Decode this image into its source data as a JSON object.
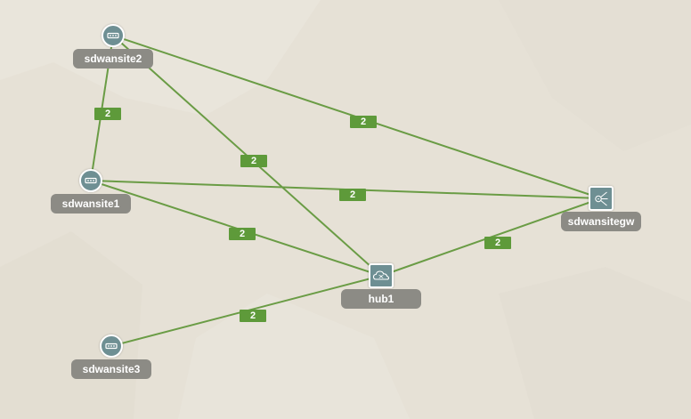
{
  "colors": {
    "background": "#e6e1d6",
    "link": "#6a9c45",
    "link_label": "#5e9a3a",
    "node_icon": "#6e8f93",
    "node_label": "#8c8b85"
  },
  "nodes": [
    {
      "id": "sdwansite2",
      "label": "sdwansite2",
      "icon": "router-icon"
    },
    {
      "id": "sdwansite1",
      "label": "sdwansite1",
      "icon": "router-icon"
    },
    {
      "id": "sdwansite3",
      "label": "sdwansite3",
      "icon": "router-icon"
    },
    {
      "id": "hub1",
      "label": "hub1",
      "icon": "cloud-hub-icon"
    },
    {
      "id": "sdwansitegw",
      "label": "sdwansitegw",
      "icon": "gateway-icon"
    }
  ],
  "links": [
    {
      "from": "sdwansite2",
      "to": "sdwansite1",
      "label": "2"
    },
    {
      "from": "sdwansite2",
      "to": "sdwansitegw",
      "label": "2"
    },
    {
      "from": "sdwansite2",
      "to": "hub1",
      "label": "2"
    },
    {
      "from": "sdwansite1",
      "to": "sdwansitegw",
      "label": "2"
    },
    {
      "from": "sdwansite1",
      "to": "hub1",
      "label": "2"
    },
    {
      "from": "hub1",
      "to": "sdwansitegw",
      "label": "2"
    },
    {
      "from": "sdwansite3",
      "to": "hub1",
      "label": "2"
    }
  ]
}
